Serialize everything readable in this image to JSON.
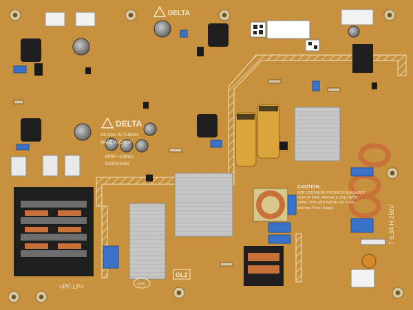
{
  "photo": {
    "colors": {
      "pcb": "#c8913d",
      "pcb_dark": "#b07a2c",
      "silkscreen": "#f4ecd6",
      "hv_border": "#efe4c8",
      "heatsink": "#bfbfc0",
      "transformer_black": "#1e1e1e",
      "capacitor_blue": "#3a72c9",
      "electrolytic_gold": "#d9a53a",
      "copper_coil": "#c9713a",
      "connector_white": "#f2f2f2"
    },
    "silkscreen_text": {
      "brand": "DELTA",
      "brand_top": "DELTA",
      "design_line": "DESIGN IN TAIWAN",
      "made_line": "MADE IN CHINA",
      "model": "APDP-238A1",
      "part_number": "2955026384",
      "zone_gl2": "GL2",
      "csc": "CSC",
      "pf_lp": ">PF-LP<",
      "fuse_rating": "T 6.3A H 250V",
      "caution_title": "CAUTION:",
      "caution_lines": [
        "FOR CONTINUED PROTECTION AGAINST",
        "RISK OF FIRE, REPLACE ONLY WITH",
        "SAME TYPE AND RATING OF FUSE"
      ],
      "warning_label": "Warning: Power Supply"
    }
  }
}
